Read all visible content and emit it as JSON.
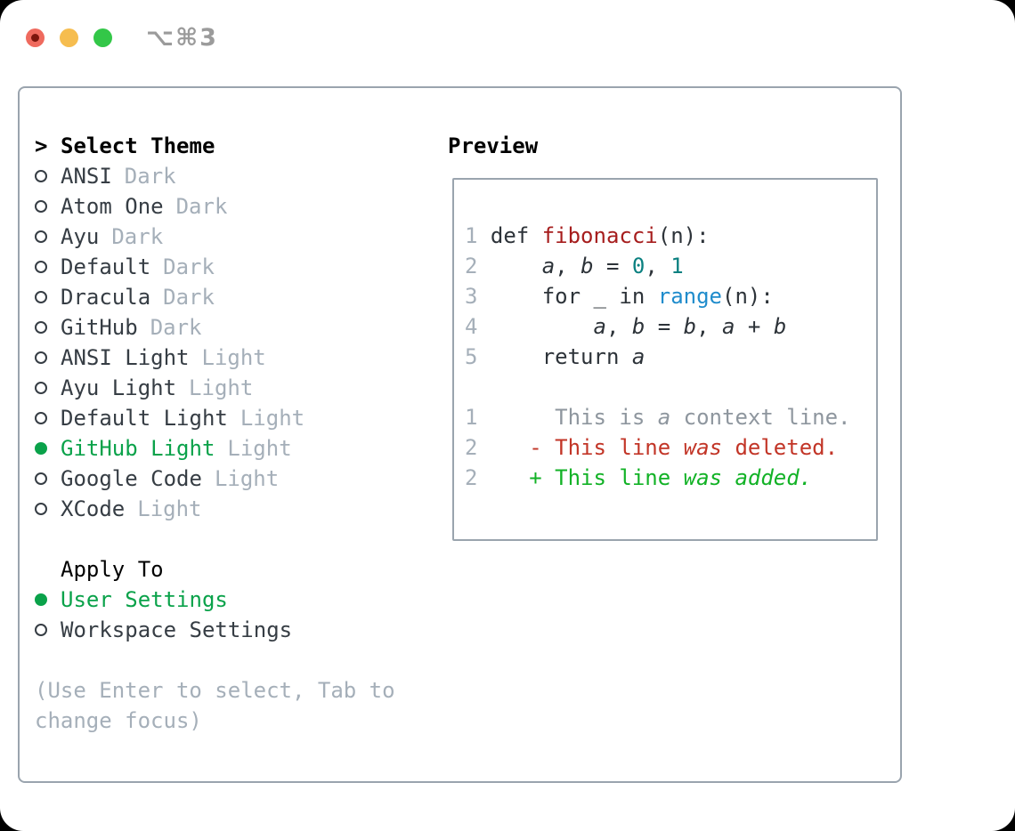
{
  "window": {
    "title": "⌥⌘3"
  },
  "theme_picker": {
    "prompt": ">",
    "title": "Select Theme",
    "items": [
      {
        "name": "ANSI",
        "variant": "Dark",
        "selected": false
      },
      {
        "name": "Atom One",
        "variant": "Dark",
        "selected": false
      },
      {
        "name": "Ayu",
        "variant": "Dark",
        "selected": false
      },
      {
        "name": "Default",
        "variant": "Dark",
        "selected": false
      },
      {
        "name": "Dracula",
        "variant": "Dark",
        "selected": false
      },
      {
        "name": "GitHub",
        "variant": "Dark",
        "selected": false
      },
      {
        "name": "ANSI Light",
        "variant": "Light",
        "selected": false
      },
      {
        "name": "Ayu Light",
        "variant": "Light",
        "selected": false
      },
      {
        "name": "Default Light",
        "variant": "Light",
        "selected": false
      },
      {
        "name": "GitHub Light",
        "variant": "Light",
        "selected": true
      },
      {
        "name": "Google Code",
        "variant": "Light",
        "selected": false
      },
      {
        "name": "XCode",
        "variant": "Light",
        "selected": false
      }
    ],
    "apply_to": {
      "title": "Apply To",
      "options": [
        {
          "label": "User Settings",
          "selected": true
        },
        {
          "label": "Workspace Settings",
          "selected": false
        }
      ]
    },
    "hint_lines": [
      "(Use Enter to select, Tab to",
      "change focus)"
    ]
  },
  "preview": {
    "title": "Preview",
    "code_lines": [
      {
        "segments": [
          [
            "1 ",
            "num"
          ],
          [
            "def ",
            "fg"
          ],
          [
            "fibonacci",
            "fn"
          ],
          [
            "(n):",
            "fg"
          ]
        ]
      },
      {
        "segments": [
          [
            "2     ",
            "num"
          ],
          [
            "a",
            "fg",
            "i"
          ],
          [
            ", ",
            "fg"
          ],
          [
            "b",
            "fg",
            "i"
          ],
          [
            " = ",
            "fg"
          ],
          [
            "0",
            "lit"
          ],
          [
            ", ",
            "fg"
          ],
          [
            "1",
            "lit"
          ]
        ]
      },
      {
        "segments": [
          [
            "3     ",
            "num"
          ],
          [
            "for _ in ",
            "fg"
          ],
          [
            "range",
            "bi"
          ],
          [
            "(n):",
            "fg"
          ]
        ]
      },
      {
        "segments": [
          [
            "4         ",
            "num"
          ],
          [
            "a",
            "fg",
            "i"
          ],
          [
            ", ",
            "fg"
          ],
          [
            "b",
            "fg",
            "i"
          ],
          [
            " = ",
            "fg"
          ],
          [
            "b",
            "fg",
            "i"
          ],
          [
            ", ",
            "fg"
          ],
          [
            "a",
            "fg",
            "i"
          ],
          [
            " + ",
            "fg"
          ],
          [
            "b",
            "fg",
            "i"
          ]
        ]
      },
      {
        "segments": [
          [
            "5     ",
            "num"
          ],
          [
            "return ",
            "fg"
          ],
          [
            "a",
            "fg",
            "i"
          ]
        ]
      },
      {
        "segments": []
      },
      {
        "segments": [
          [
            "1      ",
            "num"
          ],
          [
            "This is ",
            "ctx"
          ],
          [
            "a",
            "ctx",
            "i"
          ],
          [
            " context line.",
            "ctx"
          ]
        ]
      },
      {
        "segments": [
          [
            "2    ",
            "num"
          ],
          [
            "- This line ",
            "del"
          ],
          [
            "was",
            "del",
            "i"
          ],
          [
            " deleted.",
            "del"
          ]
        ]
      },
      {
        "segments": [
          [
            "2    ",
            "num"
          ],
          [
            "+ This line ",
            "add"
          ],
          [
            "was added.",
            "add",
            "i"
          ]
        ]
      }
    ]
  },
  "colors": {
    "panel_border": "#9aa4ae",
    "item_text": "#363d44",
    "muted_gray": "#a5afb9",
    "accent_green": "#0aa24a",
    "line_number_gray": "#a5afb9",
    "code_foreground": "#2d3339",
    "function_red": "#a61d1d",
    "number_teal": "#0b8080",
    "builtin_blue": "#1f8ccc",
    "context_gray": "#8e969e",
    "deleted_red": "#c23527",
    "added_green": "#12b226",
    "titlebar_gray": "#9b9b9b",
    "traffic_red": "#ef6a5e",
    "traffic_red_dot": "#7c160d",
    "traffic_yellow": "#f6bd4f",
    "traffic_green": "#33c748"
  }
}
